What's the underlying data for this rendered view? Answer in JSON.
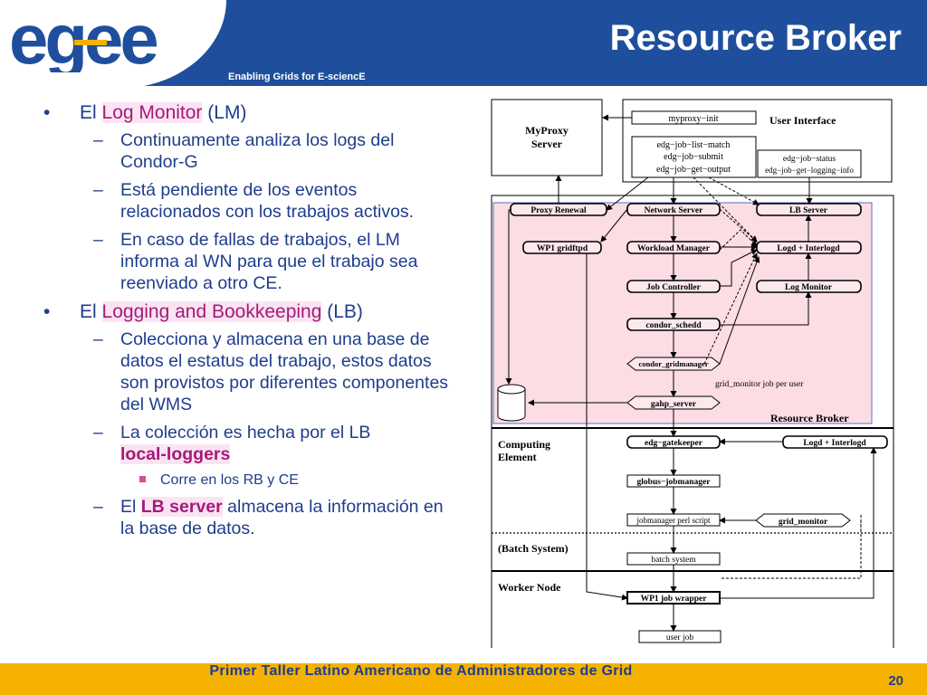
{
  "header": {
    "logo_text": "egee",
    "tagline": "Enabling Grids for E-sciencE",
    "title": "Resource Broker"
  },
  "bullets": [
    {
      "prefix": "El",
      "term": "Log Monitor",
      "suffix": "(LM)",
      "items": [
        {
          "text": "Continuamente analiza los logs del Condor-G"
        },
        {
          "text": "Está pendiente de los eventos relacionados con los trabajos activos."
        },
        {
          "text": "En caso de fallas de trabajos, el LM informa al WN para que el trabajo sea reenviado a otro CE."
        }
      ]
    },
    {
      "prefix": "El",
      "term": "Logging and Bookkeeping",
      "suffix": "(LB)",
      "items": [
        {
          "text": "Colecciona y almacena en una base de datos el estatus del trabajo, estos datos son provistos por diferentes componentes del WMS"
        },
        {
          "text": "La colección es hecha por el LB",
          "term": "local-loggers"
        },
        {
          "text": "El",
          "term": "LB server",
          "after": "almacena la información en la base de datos."
        }
      ],
      "subitem": "Corre en los RB  y CE"
    }
  ],
  "diagram": {
    "myproxy": {
      "line1": "MyProxy",
      "line2": "Server"
    },
    "user_interface": "User Interface",
    "cmd_myproxy_init": "myproxy−init",
    "cmd_list_match": "edg−job−list−match",
    "cmd_submit": "edg−job−submit",
    "cmd_get_output": "edg−job−get−output",
    "cmd_status": "edg−job−status",
    "cmd_logging_info": "edg−job−get−logging−info",
    "proxy_renewal": "Proxy Renewal",
    "network_server": "Network Server",
    "lb_server": "LB Server",
    "wp1_gridftpd": "WP1 gridftpd",
    "workload_manager": "Workload Manager",
    "logd_interlogd": "Logd + Interlogd",
    "job_controller": "Job Controller",
    "log_monitor": "Log Monitor",
    "condor_schedd": "condor_schedd",
    "condor_gridmanager": "condor_gridmanager",
    "grid_monitor_note": "grid_monitor job per user",
    "gahp_server": "gahp_server",
    "resource_broker": "Resource Broker",
    "computing_element": {
      "line1": "Computing",
      "line2": "Element"
    },
    "edg_gatekeeper": "edg−gatekeeper",
    "logd_interlogd_ce": "Logd + Interlogd",
    "globus_jobmanager": "globus−jobmanager",
    "jobmanager_perl": "jobmanager perl script",
    "grid_monitor": "grid_monitor",
    "batch_system_label": "(Batch System)",
    "batch_system": "batch system",
    "worker_node": "Worker Node",
    "wp1_job_wrapper": "WP1 job wrapper",
    "user_job": "user job"
  },
  "footer": {
    "text": "Primer Taller Latino Americano de Administradores de Grid",
    "page": "20"
  }
}
